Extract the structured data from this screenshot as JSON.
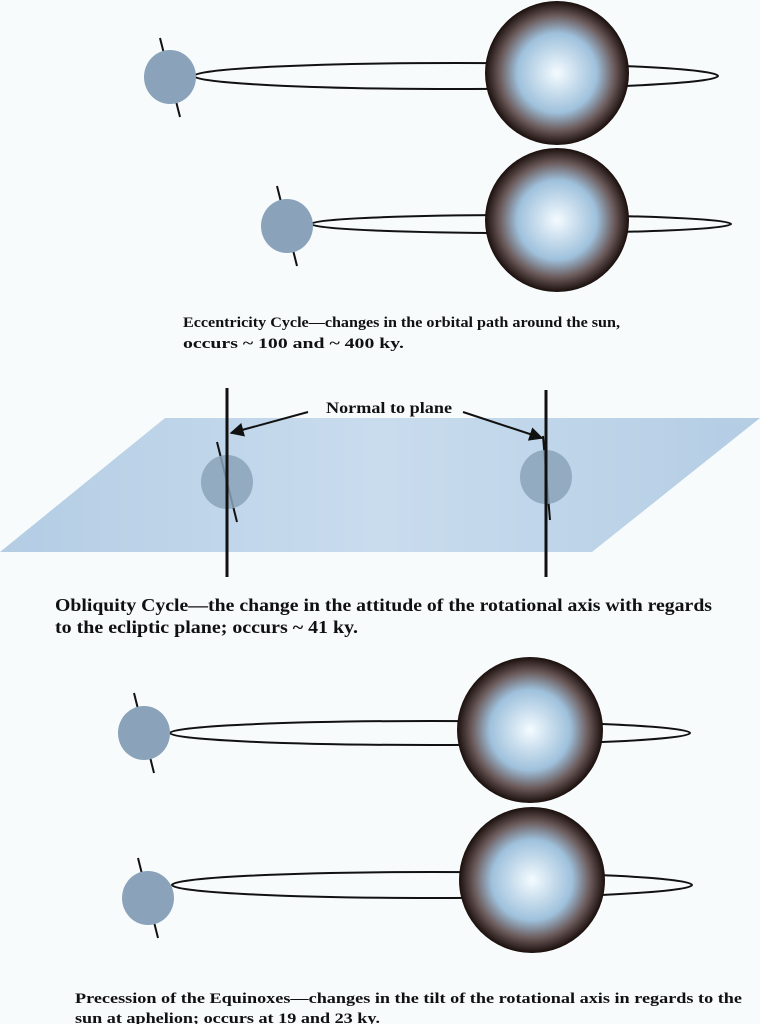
{
  "eccentricity": {
    "caption_line1": "Eccentricity Cycle—changes in the orbital path around the sun,",
    "caption_line2": "occurs ~ 100 and ~ 400 ky."
  },
  "obliquity": {
    "normal_label": "Normal to plane",
    "caption_line1": "Obliquity Cycle—the change in the attitude of the rotational axis with regards",
    "caption_line2": "to the ecliptic plane; occurs ~ 41 ky."
  },
  "precession": {
    "caption_line1": "Precession of the Equinoxes—changes in the tilt of the rotational axis in regards to the",
    "caption_line2": "sun at aphelion; occurs at 19 and 23 ky."
  },
  "colors": {
    "background": "#f7fbfc",
    "earth": "#8aa3ba",
    "plane": "#bcd4e8",
    "sun_center": "#f2f9fd",
    "sun_mid": "#9ec0dc",
    "sun_edge": "#1a0f0c"
  }
}
